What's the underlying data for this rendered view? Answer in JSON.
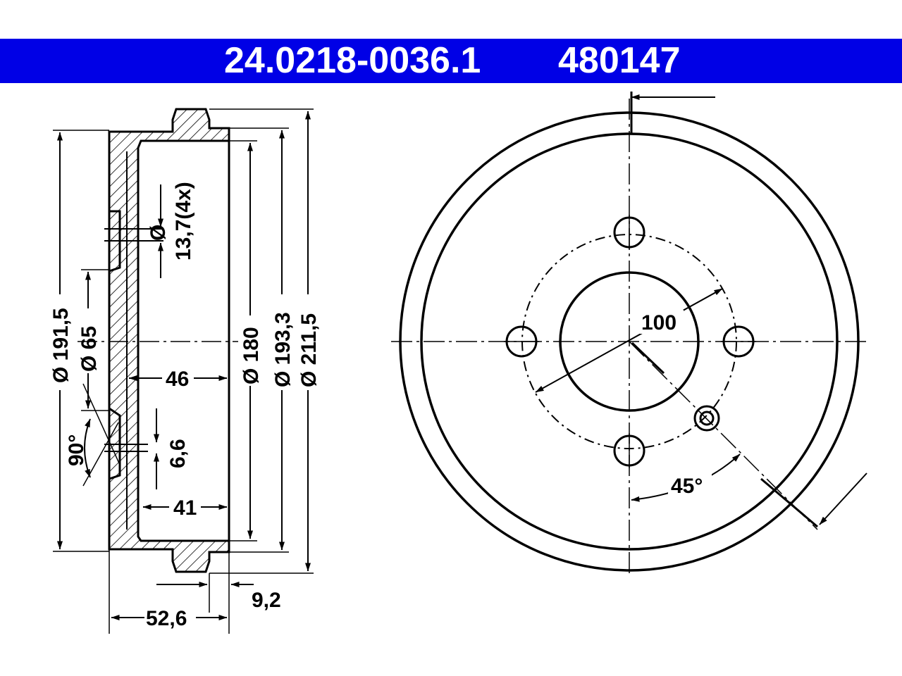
{
  "header": {
    "part_number": "24.0218-0036.1",
    "reference_number": "480147",
    "background_color": "#0000e6",
    "text_color": "#ffffff"
  },
  "side_view": {
    "dimensions": {
      "d_191_5": "Ø 191,5",
      "d_65": "Ø 65",
      "d_180": "Ø 180",
      "d_193_3": "Ø 193,3",
      "d_211_5": "Ø 211,5",
      "hole_dia": "Ø",
      "hole_spec": "13,7(4x)",
      "w_46": "46",
      "w_41": "41",
      "t_6_6": "6,6",
      "angle_90": "90°",
      "w_52_6": "52,6",
      "t_9_2": "9,2"
    }
  },
  "front_view": {
    "dimensions": {
      "pcd": "100",
      "angle_45": "45°"
    },
    "bolt_hole_count": 4
  }
}
